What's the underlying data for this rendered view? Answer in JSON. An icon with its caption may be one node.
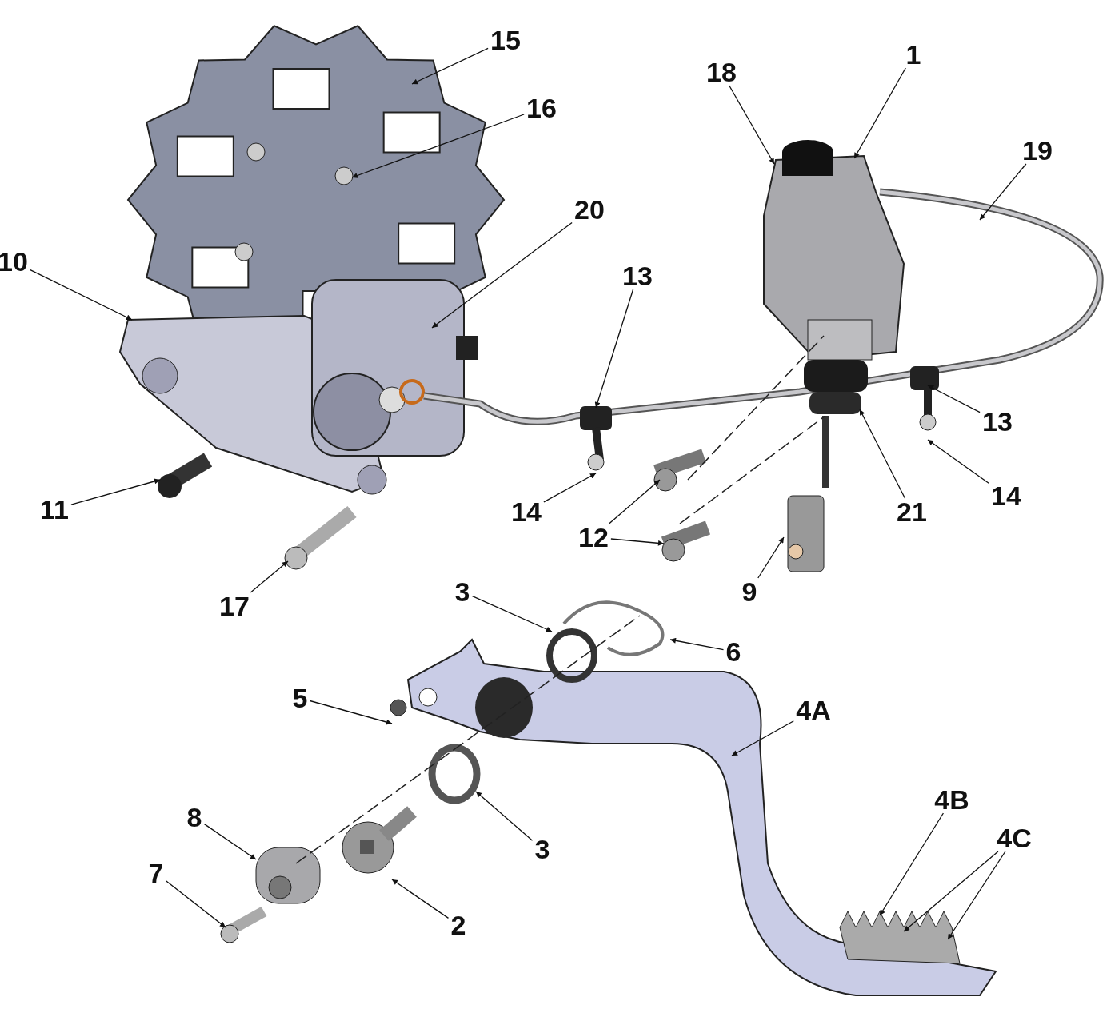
{
  "diagram": {
    "nodes": [
      {
        "text": [
          "15"
        ]
      },
      {
        "text": [
          "1"
        ]
      },
      {
        "text": [
          "18"
        ]
      },
      {
        "text": [
          "16"
        ]
      },
      {
        "text": [
          "19"
        ]
      },
      {
        "text": [
          "20"
        ]
      },
      {
        "text": [
          "10"
        ]
      },
      {
        "text": [
          "13"
        ]
      },
      {
        "text": [
          "13"
        ]
      },
      {
        "text": [
          "11"
        ]
      },
      {
        "text": [
          "14"
        ]
      },
      {
        "text": [
          "14"
        ]
      },
      {
        "text": [
          "21"
        ]
      },
      {
        "text": [
          "12"
        ]
      },
      {
        "text": [
          "9"
        ]
      },
      {
        "text": [
          "17"
        ]
      },
      {
        "text": [
          "3"
        ]
      },
      {
        "text": [
          "6"
        ]
      },
      {
        "text": [
          "5"
        ]
      },
      {
        "text": [
          "4A"
        ]
      },
      {
        "text": [
          "4B"
        ]
      },
      {
        "text": [
          "4C"
        ]
      },
      {
        "text": [
          "8"
        ]
      },
      {
        "text": [
          "3"
        ]
      },
      {
        "text": [
          "7"
        ]
      },
      {
        "text": [
          "2"
        ]
      }
    ],
    "edges": [
      {
        "from": 0,
        "to": null,
        "arrow": "to"
      },
      {
        "from": 1,
        "to": null,
        "arrow": "to"
      },
      {
        "from": 2,
        "to": null,
        "arrow": "to"
      },
      {
        "from": 3,
        "to": null,
        "arrow": "to"
      },
      {
        "from": 4,
        "to": null,
        "arrow": "to"
      },
      {
        "from": 5,
        "to": null,
        "arrow": "to"
      },
      {
        "from": 6,
        "to": null,
        "arrow": "to"
      },
      {
        "from": 7,
        "to": null,
        "arrow": "to"
      },
      {
        "from": 8,
        "to": null,
        "arrow": "to"
      },
      {
        "from": 9,
        "to": null,
        "arrow": "to"
      },
      {
        "from": 10,
        "to": null,
        "arrow": "to"
      },
      {
        "from": 11,
        "to": null,
        "arrow": "to"
      },
      {
        "from": 12,
        "to": null,
        "arrow": "to"
      },
      {
        "from": 13,
        "to": null,
        "arrow": "to"
      },
      {
        "from": 13,
        "to": null,
        "arrow": "to"
      },
      {
        "from": 14,
        "to": null,
        "arrow": "to"
      },
      {
        "from": 15,
        "to": null,
        "arrow": "to"
      },
      {
        "from": 16,
        "to": null,
        "arrow": "to"
      },
      {
        "from": 17,
        "to": null,
        "arrow": "to"
      },
      {
        "from": 18,
        "to": null,
        "arrow": "to"
      },
      {
        "from": 19,
        "to": null,
        "arrow": "to"
      },
      {
        "from": 20,
        "to": null,
        "arrow": "to"
      },
      {
        "from": 21,
        "to": null,
        "arrow": "to"
      },
      {
        "from": 21,
        "to": null,
        "arrow": "to"
      },
      {
        "from": 22,
        "to": null,
        "arrow": "to"
      },
      {
        "from": 23,
        "to": null,
        "arrow": "to"
      },
      {
        "from": 24,
        "to": null,
        "arrow": "to"
      },
      {
        "from": 25,
        "to": null,
        "arrow": "to"
      }
    ]
  }
}
